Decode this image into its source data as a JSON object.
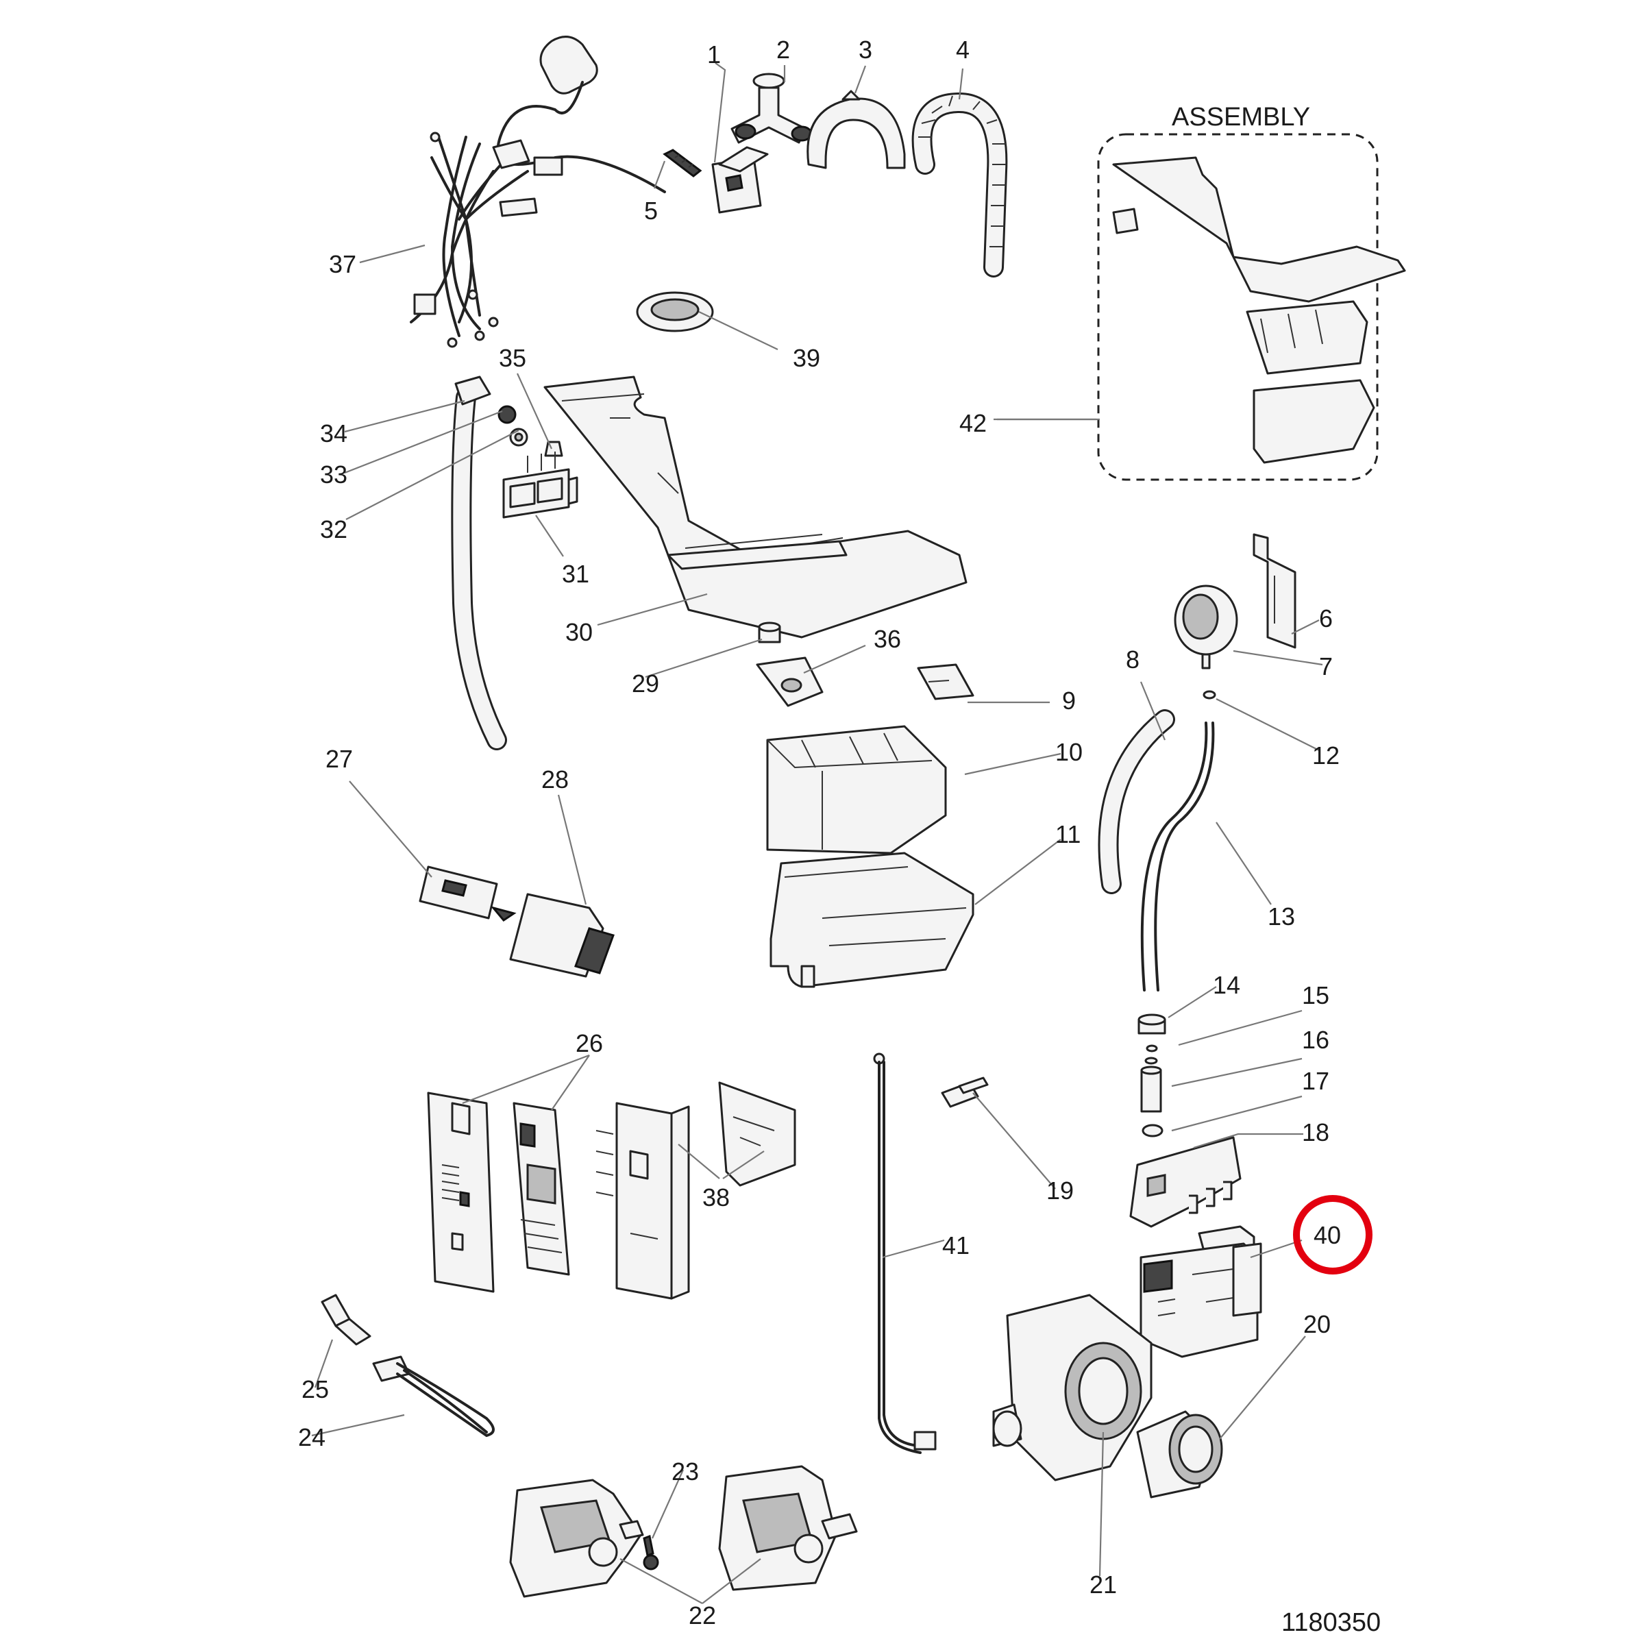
{
  "assembly": {
    "title": "ASSEMBLY"
  },
  "diagram_code": "1180350",
  "labels": {
    "l1": "1",
    "l2": "2",
    "l3": "3",
    "l4": "4",
    "l5": "5",
    "l6": "6",
    "l7": "7",
    "l8": "8",
    "l9": "9",
    "l10": "10",
    "l11": "11",
    "l12": "12",
    "l13": "13",
    "l14": "14",
    "l15": "15",
    "l16": "16",
    "l17": "17",
    "l18": "18",
    "l19": "19",
    "l20": "20",
    "l21": "21",
    "l22": "22",
    "l23": "23",
    "l24": "24",
    "l25": "25",
    "l26": "26",
    "l27": "27",
    "l28": "28",
    "l29": "29",
    "l30": "30",
    "l31": "31",
    "l32": "32",
    "l33": "33",
    "l34": "34",
    "l35": "35",
    "l36": "36",
    "l37": "37",
    "l38": "38",
    "l39": "39",
    "l40": "40",
    "l41": "41",
    "l42": "42"
  },
  "highlighted_part": "40",
  "colors": {
    "highlight": "#e3000f",
    "ink": "#1a1a1a",
    "leader": "#777777"
  }
}
